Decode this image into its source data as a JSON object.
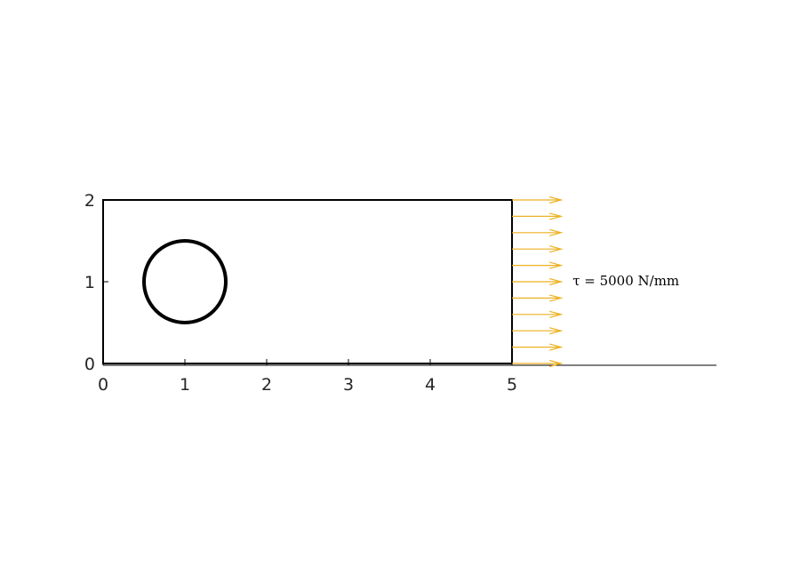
{
  "diagram": {
    "plate": {
      "x_min": 0,
      "x_max": 5,
      "y_min": 0,
      "y_max": 2
    },
    "hole": {
      "center_x": 1,
      "center_y": 1,
      "radius": 0.5
    },
    "traction": {
      "label": "τ = 5000 N/mm",
      "edge_x": 5,
      "arrow_count": 11,
      "arrow_length": 0.6,
      "color": "#EDB120"
    },
    "x_ticks": [
      "0",
      "1",
      "2",
      "3",
      "4",
      "5"
    ],
    "y_ticks": [
      "0",
      "1",
      "2"
    ],
    "x_axis_max": 7.5,
    "line_color": "#000000"
  }
}
